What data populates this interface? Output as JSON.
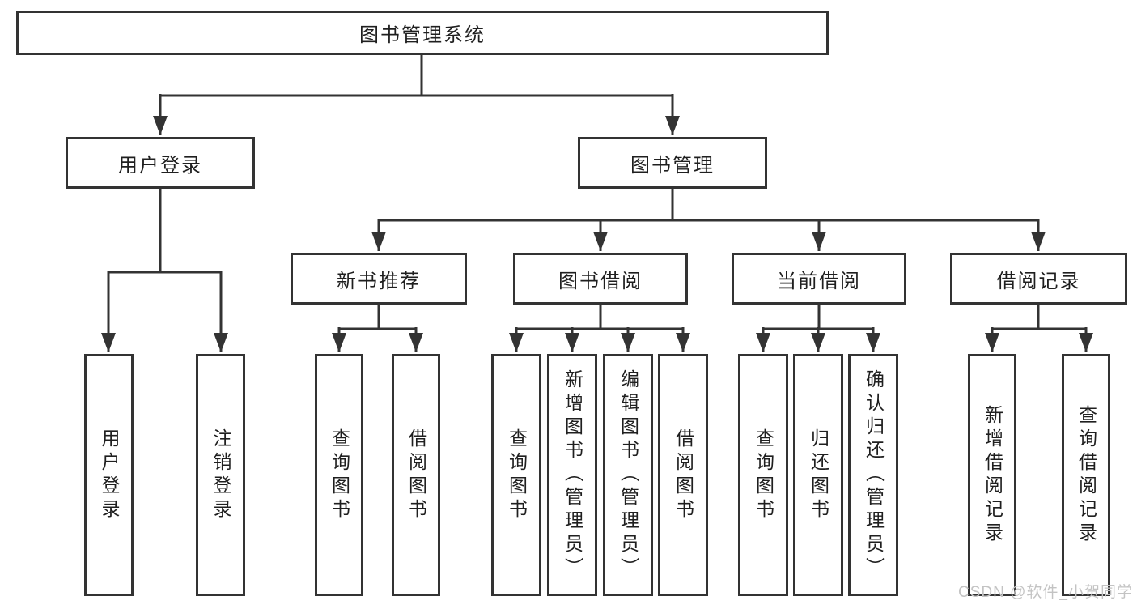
{
  "diagram": {
    "type": "hierarchy",
    "root": {
      "label": "图书管理系统",
      "children": [
        {
          "label": "用户登录",
          "children": [
            {
              "label": "用户登录"
            },
            {
              "label": "注销登录"
            }
          ]
        },
        {
          "label": "图书管理",
          "children": [
            {
              "label": "新书推荐",
              "children": [
                {
                  "label": "查询图书"
                },
                {
                  "label": "借阅图书"
                }
              ]
            },
            {
              "label": "图书借阅",
              "children": [
                {
                  "label": "查询图书"
                },
                {
                  "label": "新增图书（管理员）"
                },
                {
                  "label": "编辑图书（管理员）"
                },
                {
                  "label": "借阅图书"
                }
              ]
            },
            {
              "label": "当前借阅",
              "children": [
                {
                  "label": "查询图书"
                },
                {
                  "label": "归还图书"
                },
                {
                  "label": "确认归还（管理员）"
                }
              ]
            },
            {
              "label": "借阅记录",
              "children": [
                {
                  "label": "新增借阅记录"
                },
                {
                  "label": "查询借阅记录"
                }
              ]
            }
          ]
        }
      ]
    },
    "colors": {
      "line": "#333333",
      "text": "#1f1f1f",
      "background": "#ffffff",
      "watermark": "#c3c3c3"
    }
  },
  "watermark": {
    "text": "CSDN @软件_小贺同学"
  }
}
